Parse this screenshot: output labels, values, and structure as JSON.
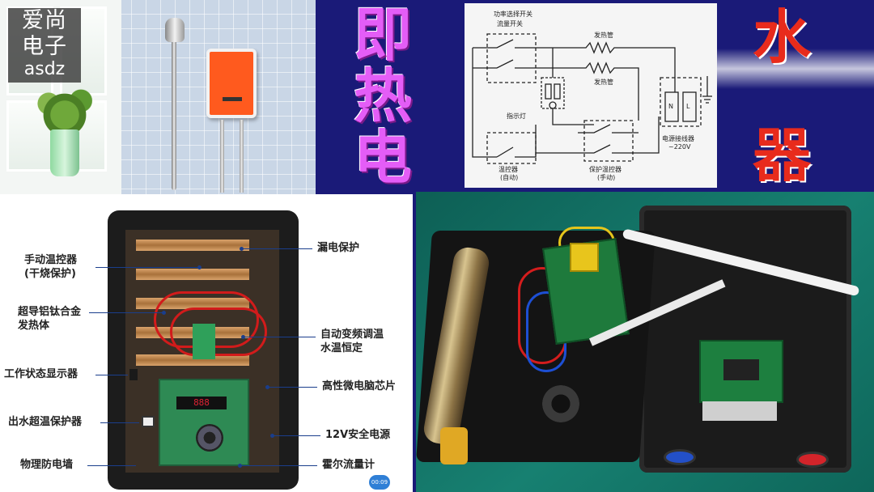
{
  "logo": {
    "line1": "爱尚",
    "line2": "电子",
    "line3": "asdz"
  },
  "title": {
    "left_chars": [
      "即",
      "热",
      "电"
    ],
    "right_chars": [
      "水",
      "器"
    ]
  },
  "circuit": {
    "switch_label_1": "功率选择开关",
    "switch_label_2": "流量开关",
    "heater_top": "发热管",
    "heater_bottom": "发热管",
    "indicator": "指示灯",
    "thermostat_1": "温控器",
    "thermostat_2": "(自动)",
    "protect_1": "保护温控器",
    "protect_2": "(手动)",
    "terminal_1": "电源接线器",
    "terminal_2": "~220V",
    "n": "N",
    "l": "L"
  },
  "labels_left": [
    "手动温控器",
    "(干烧保护)",
    "超导铝钛合金",
    "发热体",
    "工作状态显示器",
    "出水超温保护器",
    "物理防电墙"
  ],
  "labels_right": [
    "漏电保护",
    "自动变频调温",
    "水温恒定",
    "高性微电脑芯片",
    "12V安全电源",
    "霍尔流量计"
  ],
  "display_digits": "888",
  "timer": "00:09"
}
